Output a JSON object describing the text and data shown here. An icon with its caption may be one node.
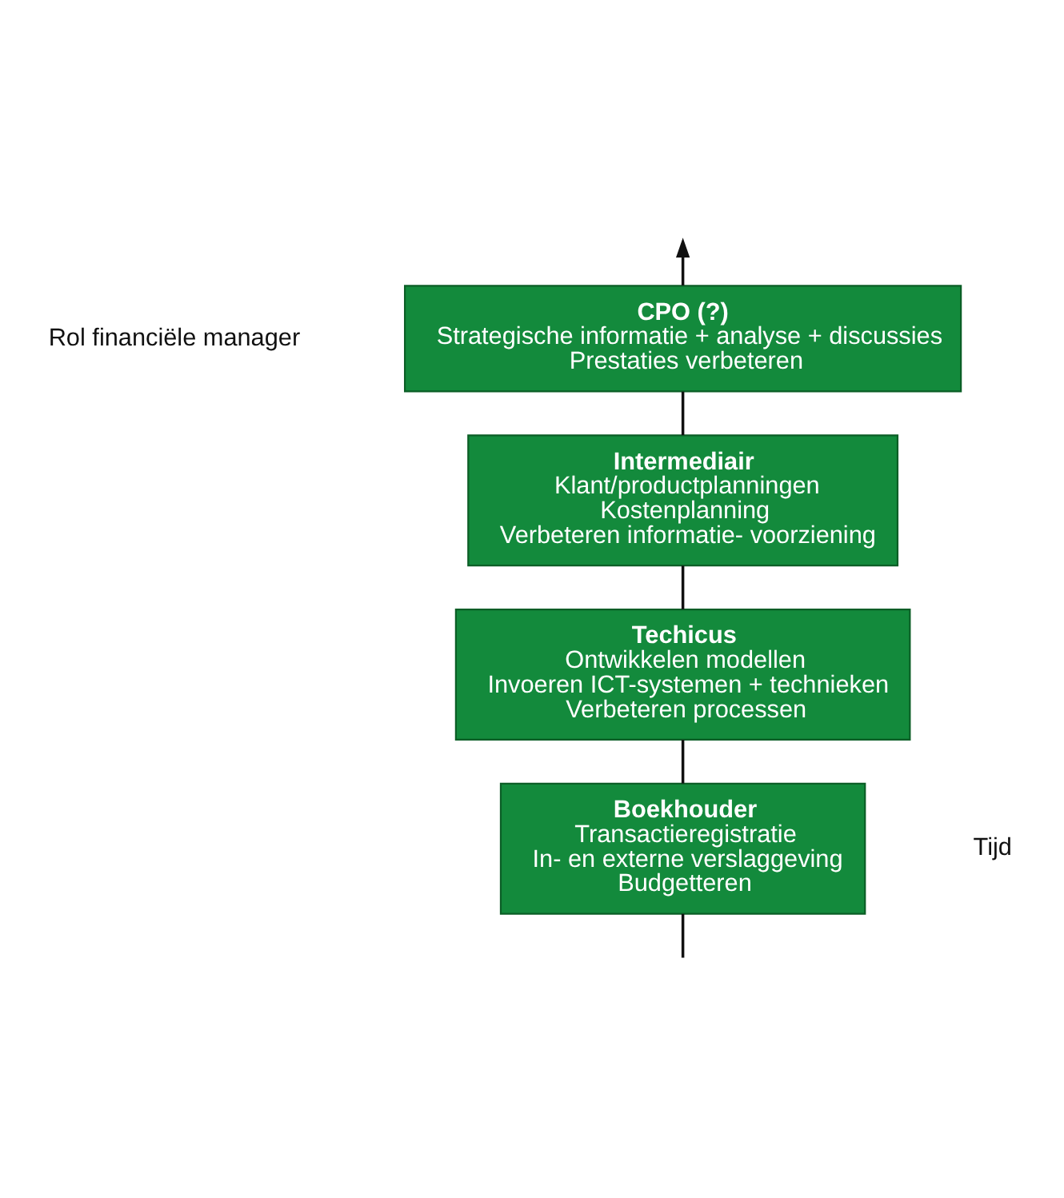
{
  "diagram": {
    "nodes": [
      {
        "text": [
          "Boekhouder",
          "Transactieregistratie",
          "In- en externe verslaggeving",
          "Budgetteren"
        ]
      },
      {
        "text": [
          "Techicus",
          "Ontwikkelen modellen",
          "Invoeren ICT-systemen + technieken",
          "Verbeteren processen"
        ]
      },
      {
        "text": [
          "Intermediair",
          "Klant/productplanningen",
          "Kostenplanning",
          "Verbeteren informatie- voorziening"
        ]
      },
      {
        "text": [
          "CPO (?)",
          "Strategische informatie + analyse + discussies",
          "Prestaties verbeteren"
        ]
      }
    ],
    "edges": [
      {
        "from": null,
        "to": 0,
        "arrow": "none"
      },
      {
        "from": 0,
        "to": 1,
        "arrow": "none"
      },
      {
        "from": 1,
        "to": 2,
        "arrow": "none"
      },
      {
        "from": 2,
        "to": 3,
        "arrow": "none"
      },
      {
        "from": 3,
        "to": null,
        "arrow": "to"
      }
    ],
    "labels": [
      "Rol financiële manager",
      "Tijd"
    ]
  }
}
